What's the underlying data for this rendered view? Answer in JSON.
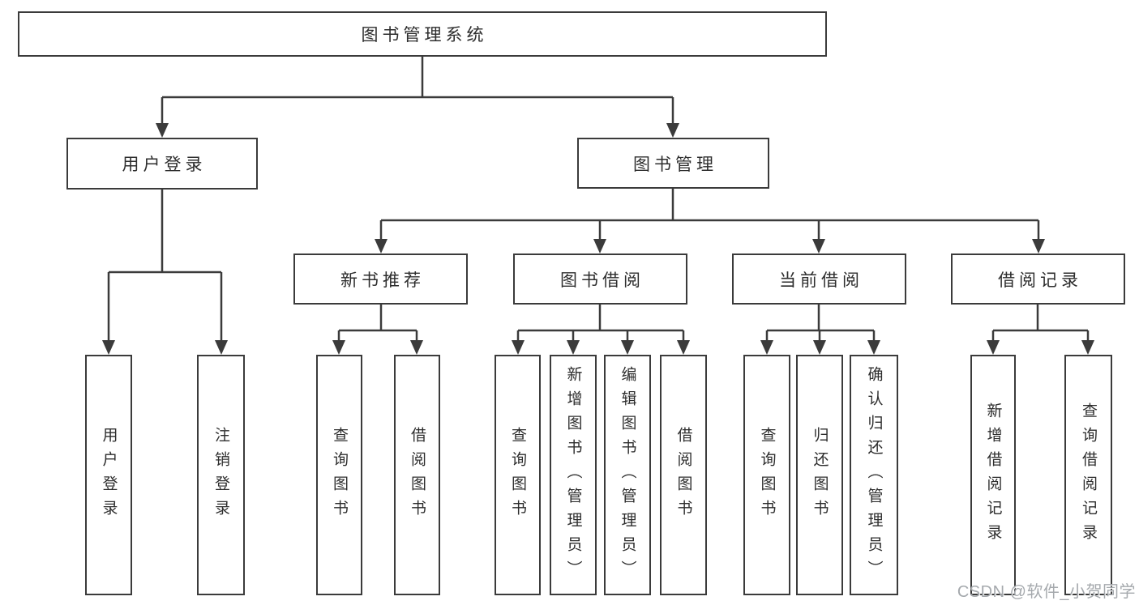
{
  "diagram": {
    "root": {
      "label": "图书管理系统"
    },
    "branches": [
      {
        "label": "用户登录",
        "children": [
          {
            "label": "用户登录"
          },
          {
            "label": "注销登录"
          }
        ]
      },
      {
        "label": "图书管理",
        "children": [
          {
            "label": "新书推荐",
            "children": [
              {
                "label": "查询图书"
              },
              {
                "label": "借阅图书"
              }
            ]
          },
          {
            "label": "图书借阅",
            "children": [
              {
                "label": "查询图书"
              },
              {
                "label": "新增图书（管理员）"
              },
              {
                "label": "编辑图书（管理员）"
              },
              {
                "label": "借阅图书"
              }
            ]
          },
          {
            "label": "当前借阅",
            "children": [
              {
                "label": "查询图书"
              },
              {
                "label": "归还图书"
              },
              {
                "label": "确认归还（管理员）"
              }
            ]
          },
          {
            "label": "借阅记录",
            "children": [
              {
                "label": "新增借阅记录"
              },
              {
                "label": "查询借阅记录"
              }
            ]
          }
        ]
      }
    ]
  },
  "watermark": {
    "text": "CSDN @软件_小贺同学"
  },
  "colors": {
    "line": "#3b3b3b",
    "text": "#2d2d2d",
    "watermark": "#a5a9ad",
    "background": "#ffffff"
  }
}
